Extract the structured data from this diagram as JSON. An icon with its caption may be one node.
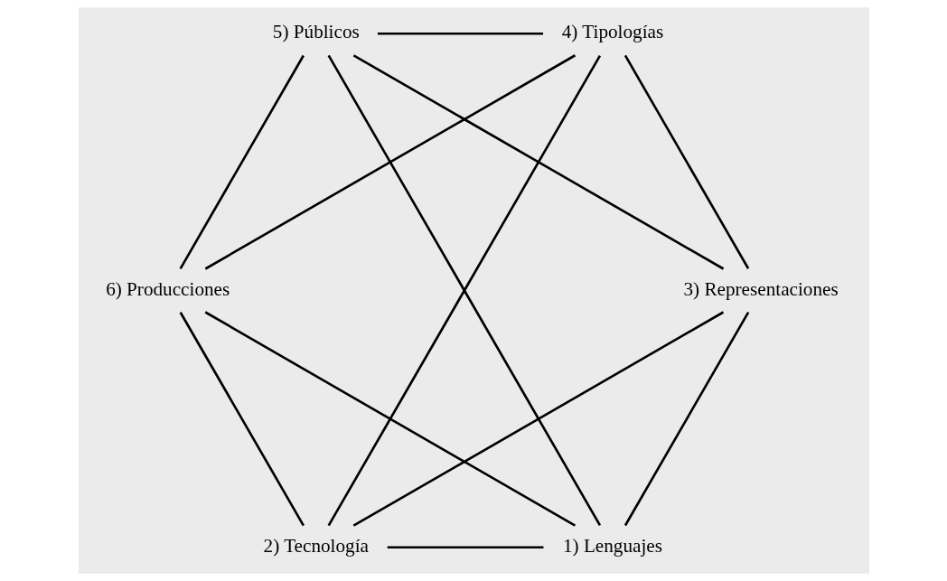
{
  "diagram": {
    "nodes": [
      {
        "text": [
          "1) Lenguajes"
        ]
      },
      {
        "text": [
          "2) Tecnología"
        ]
      },
      {
        "text": [
          "3) Representaciones"
        ]
      },
      {
        "text": [
          "4) Tipologías"
        ]
      },
      {
        "text": [
          "5) Públicos"
        ]
      },
      {
        "text": [
          "6) Producciones"
        ]
      }
    ],
    "edges": [
      {
        "from": 0,
        "to": 1,
        "arrow": "none"
      },
      {
        "from": 1,
        "to": 2,
        "arrow": "none"
      },
      {
        "from": 2,
        "to": 3,
        "arrow": "none"
      },
      {
        "from": 3,
        "to": 4,
        "arrow": "none"
      },
      {
        "from": 4,
        "to": 5,
        "arrow": "none"
      },
      {
        "from": 5,
        "to": 0,
        "arrow": "none"
      },
      {
        "from": 0,
        "to": 2,
        "arrow": "none"
      },
      {
        "from": 2,
        "to": 4,
        "arrow": "none"
      },
      {
        "from": 4,
        "to": 0,
        "arrow": "none"
      },
      {
        "from": 1,
        "to": 3,
        "arrow": "none"
      },
      {
        "from": 3,
        "to": 5,
        "arrow": "none"
      },
      {
        "from": 5,
        "to": 1,
        "arrow": "none"
      }
    ]
  }
}
